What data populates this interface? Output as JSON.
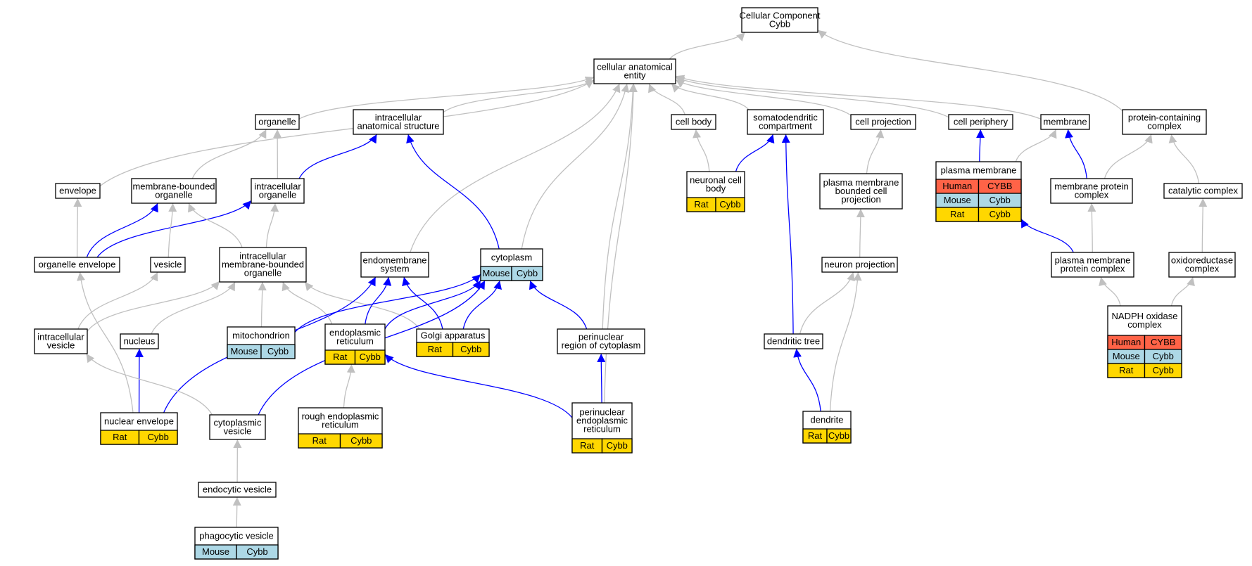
{
  "colors": {
    "gray_edge": "#c0c0c0",
    "blue_edge": "#0000ff",
    "human": "#ff6347",
    "mouse": "#add8e6",
    "rat": "#ffd700"
  },
  "nodes": {
    "cc_root": {
      "label": [
        "Cellular Component",
        "Cybb"
      ],
      "species": []
    },
    "cae": {
      "label": [
        "cellular anatomical",
        "entity"
      ],
      "species": []
    },
    "organelle": {
      "label": [
        "organelle"
      ],
      "species": []
    },
    "ias": {
      "label": [
        "intracellular",
        "anatomical structure"
      ],
      "species": []
    },
    "cell_body": {
      "label": [
        "cell body"
      ],
      "species": []
    },
    "somatodendritic": {
      "label": [
        "somatodendritic",
        "compartment"
      ],
      "species": []
    },
    "cell_projection": {
      "label": [
        "cell projection"
      ],
      "species": []
    },
    "cell_periphery": {
      "label": [
        "cell periphery"
      ],
      "species": []
    },
    "membrane": {
      "label": [
        "membrane"
      ],
      "species": []
    },
    "pcc": {
      "label": [
        "protein-containing",
        "complex"
      ],
      "species": []
    },
    "envelope": {
      "label": [
        "envelope"
      ],
      "species": []
    },
    "mbo": {
      "label": [
        "membrane-bounded",
        "organelle"
      ],
      "species": []
    },
    "io": {
      "label": [
        "intracellular",
        "organelle"
      ],
      "species": []
    },
    "ncb": {
      "label": [
        "neuronal cell",
        "body"
      ],
      "species": [
        [
          "Rat",
          "Cybb"
        ]
      ]
    },
    "pmbcp": {
      "label": [
        "plasma membrane",
        "bounded cell",
        "projection"
      ],
      "species": []
    },
    "pm": {
      "label": [
        "plasma membrane"
      ],
      "species": [
        [
          "Human",
          "CYBB"
        ],
        [
          "Mouse",
          "Cybb"
        ],
        [
          "Rat",
          "Cybb"
        ]
      ]
    },
    "mpc": {
      "label": [
        "membrane protein",
        "complex"
      ],
      "species": []
    },
    "catalytic": {
      "label": [
        "catalytic complex"
      ],
      "species": []
    },
    "oe": {
      "label": [
        "organelle envelope"
      ],
      "species": []
    },
    "vesicle": {
      "label": [
        "vesicle"
      ],
      "species": []
    },
    "imbo": {
      "label": [
        "intracellular",
        "membrane-bounded",
        "organelle"
      ],
      "species": []
    },
    "endomembrane": {
      "label": [
        "endomembrane",
        "system"
      ],
      "species": []
    },
    "cytoplasm": {
      "label": [
        "cytoplasm"
      ],
      "species": [
        [
          "Mouse",
          "Cybb"
        ]
      ]
    },
    "neuron_projection": {
      "label": [
        "neuron projection"
      ],
      "species": []
    },
    "pmpc": {
      "label": [
        "plasma membrane",
        "protein complex"
      ],
      "species": []
    },
    "oxidoreductase": {
      "label": [
        "oxidoreductase",
        "complex"
      ],
      "species": []
    },
    "iv": {
      "label": [
        "intracellular",
        "vesicle"
      ],
      "species": []
    },
    "nucleus": {
      "label": [
        "nucleus"
      ],
      "species": []
    },
    "mito": {
      "label": [
        "mitochondrion"
      ],
      "species": [
        [
          "Mouse",
          "Cybb"
        ]
      ]
    },
    "er": {
      "label": [
        "endoplasmic",
        "reticulum"
      ],
      "species": [
        [
          "Rat",
          "Cybb"
        ]
      ]
    },
    "golgi": {
      "label": [
        "Golgi apparatus"
      ],
      "species": [
        [
          "Rat",
          "Cybb"
        ]
      ]
    },
    "prc": {
      "label": [
        "perinuclear",
        "region of cytoplasm"
      ],
      "species": []
    },
    "dendritic_tree": {
      "label": [
        "dendritic tree"
      ],
      "species": []
    },
    "nadph": {
      "label": [
        "NADPH oxidase",
        "complex"
      ],
      "species": [
        [
          "Human",
          "CYBB"
        ],
        [
          "Mouse",
          "Cybb"
        ],
        [
          "Rat",
          "Cybb"
        ]
      ]
    },
    "ne": {
      "label": [
        "nuclear envelope"
      ],
      "species": [
        [
          "Rat",
          "Cybb"
        ]
      ]
    },
    "cv": {
      "label": [
        "cytoplasmic",
        "vesicle"
      ],
      "species": []
    },
    "rer": {
      "label": [
        "rough endoplasmic",
        "reticulum"
      ],
      "species": [
        [
          "Rat",
          "Cybb"
        ]
      ]
    },
    "per": {
      "label": [
        "perinuclear",
        "endoplasmic",
        "reticulum"
      ],
      "species": [
        [
          "Rat",
          "Cybb"
        ]
      ]
    },
    "dendrite": {
      "label": [
        "dendrite"
      ],
      "species": [
        [
          "Rat",
          "Cybb"
        ]
      ]
    },
    "ev": {
      "label": [
        "endocytic vesicle"
      ],
      "species": []
    },
    "pv": {
      "label": [
        "phagocytic vesicle"
      ],
      "species": [
        [
          "Mouse",
          "Cybb"
        ]
      ]
    }
  },
  "edges": [
    {
      "from": "cae",
      "to": "cc_root",
      "color": "gray"
    },
    {
      "from": "pcc",
      "to": "cc_root",
      "color": "gray"
    },
    {
      "from": "envelope",
      "to": "cae",
      "color": "gray"
    },
    {
      "from": "organelle",
      "to": "cae",
      "color": "gray"
    },
    {
      "from": "ias",
      "to": "cae",
      "color": "gray"
    },
    {
      "from": "endomembrane",
      "to": "cae",
      "color": "gray"
    },
    {
      "from": "cytoplasm",
      "to": "cae",
      "color": "gray"
    },
    {
      "from": "prc",
      "to": "cae",
      "color": "gray"
    },
    {
      "from": "per",
      "to": "cae",
      "color": "gray"
    },
    {
      "from": "cell_body",
      "to": "cae",
      "color": "gray"
    },
    {
      "from": "somatodendritic",
      "to": "cae",
      "color": "gray"
    },
    {
      "from": "cell_projection",
      "to": "cae",
      "color": "gray"
    },
    {
      "from": "cell_periphery",
      "to": "cae",
      "color": "gray"
    },
    {
      "from": "membrane",
      "to": "cae",
      "color": "gray"
    },
    {
      "from": "mbo",
      "to": "organelle",
      "color": "gray"
    },
    {
      "from": "io",
      "to": "organelle",
      "color": "gray"
    },
    {
      "from": "io",
      "to": "ias",
      "color": "blue"
    },
    {
      "from": "cytoplasm",
      "to": "ias",
      "color": "blue"
    },
    {
      "from": "ncb",
      "to": "cell_body",
      "color": "gray"
    },
    {
      "from": "ncb",
      "to": "somatodendritic",
      "color": "blue"
    },
    {
      "from": "dendritic_tree",
      "to": "somatodendritic",
      "color": "blue"
    },
    {
      "from": "pmbcp",
      "to": "cell_projection",
      "color": "gray"
    },
    {
      "from": "pm",
      "to": "cell_periphery",
      "color": "blue"
    },
    {
      "from": "pm",
      "to": "membrane",
      "color": "gray"
    },
    {
      "from": "mpc",
      "to": "membrane",
      "color": "blue"
    },
    {
      "from": "mpc",
      "to": "pcc",
      "color": "gray"
    },
    {
      "from": "catalytic",
      "to": "pcc",
      "color": "gray"
    },
    {
      "from": "oe",
      "to": "envelope",
      "color": "gray"
    },
    {
      "from": "oe",
      "to": "mbo",
      "color": "blue"
    },
    {
      "from": "oe",
      "to": "io",
      "color": "blue"
    },
    {
      "from": "vesicle",
      "to": "mbo",
      "color": "gray"
    },
    {
      "from": "imbo",
      "to": "mbo",
      "color": "gray"
    },
    {
      "from": "imbo",
      "to": "io",
      "color": "gray"
    },
    {
      "from": "neuron_projection",
      "to": "pmbcp",
      "color": "gray"
    },
    {
      "from": "pmpc",
      "to": "pm",
      "color": "blue"
    },
    {
      "from": "pmpc",
      "to": "mpc",
      "color": "gray"
    },
    {
      "from": "oxidoreductase",
      "to": "catalytic",
      "color": "gray"
    },
    {
      "from": "iv",
      "to": "vesicle",
      "color": "gray"
    },
    {
      "from": "iv",
      "to": "imbo",
      "color": "gray"
    },
    {
      "from": "nucleus",
      "to": "imbo",
      "color": "gray"
    },
    {
      "from": "mito",
      "to": "imbo",
      "color": "gray"
    },
    {
      "from": "er",
      "to": "imbo",
      "color": "gray"
    },
    {
      "from": "golgi",
      "to": "imbo",
      "color": "gray"
    },
    {
      "from": "ne",
      "to": "oe",
      "color": "gray"
    },
    {
      "from": "ne",
      "to": "nucleus",
      "color": "blue"
    },
    {
      "from": "ne",
      "to": "endomembrane",
      "color": "blue"
    },
    {
      "from": "er",
      "to": "endomembrane",
      "color": "blue"
    },
    {
      "from": "golgi",
      "to": "endomembrane",
      "color": "blue"
    },
    {
      "from": "mito",
      "to": "cytoplasm",
      "color": "blue"
    },
    {
      "from": "er",
      "to": "cytoplasm",
      "color": "blue"
    },
    {
      "from": "golgi",
      "to": "cytoplasm",
      "color": "blue"
    },
    {
      "from": "prc",
      "to": "cytoplasm",
      "color": "blue"
    },
    {
      "from": "cv",
      "to": "cytoplasm",
      "color": "blue"
    },
    {
      "from": "per",
      "to": "prc",
      "color": "blue"
    },
    {
      "from": "per",
      "to": "er",
      "color": "blue"
    },
    {
      "from": "rer",
      "to": "er",
      "color": "gray"
    },
    {
      "from": "dendritic_tree",
      "to": "neuron_projection",
      "color": "gray"
    },
    {
      "from": "dendrite",
      "to": "neuron_projection",
      "color": "gray"
    },
    {
      "from": "dendrite",
      "to": "dendritic_tree",
      "color": "blue"
    },
    {
      "from": "nadph",
      "to": "pmpc",
      "color": "gray"
    },
    {
      "from": "nadph",
      "to": "oxidoreductase",
      "color": "gray"
    },
    {
      "from": "cv",
      "to": "iv",
      "color": "gray"
    },
    {
      "from": "ev",
      "to": "cv",
      "color": "gray"
    },
    {
      "from": "pv",
      "to": "ev",
      "color": "gray"
    }
  ]
}
